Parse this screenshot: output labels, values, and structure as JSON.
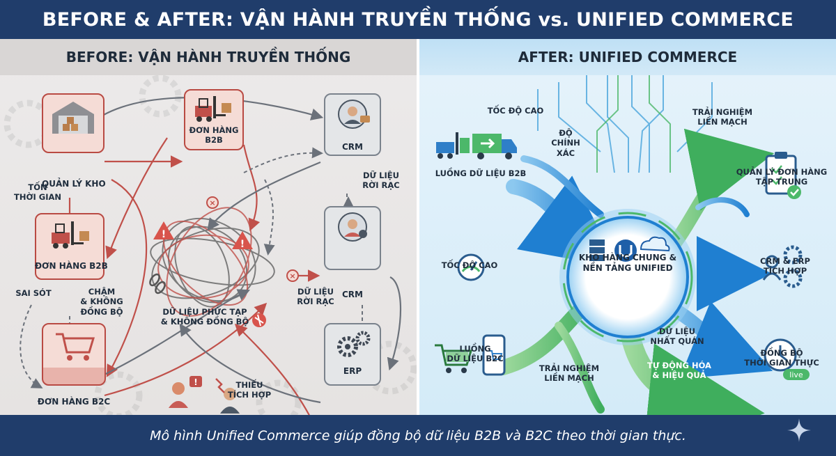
{
  "title": "BEFORE & AFTER: VẬN HÀNH TRUYỀN THỐNG vs. UNIFIED COMMERCE",
  "before": {
    "heading": "BEFORE: VẬN HÀNH TRUYỀN THỐNG",
    "nodes": {
      "warehouse": "QUẢN LÝ KHO",
      "b2b_top": "ĐƠN HÀNG\nB2B",
      "crm_top": "CRM",
      "b2b_left": "ĐƠN HÀNG B2B",
      "crm_mid": "CRM",
      "b2c": "ĐƠN HÀNG B2C",
      "erp": "ERP"
    },
    "notes": {
      "time": "TỐN\nTHỜI GIAN",
      "errors": "SAI SÓT",
      "slow": "CHẬM\n& KHÔNG\nĐỒNG BỘ",
      "scattered_top": "DỮ LIỆU\nRỜI RẠC",
      "scattered_bottom": "DỮ LIỆU\nRỜI RẠC",
      "complex": "DỮ LIỆU PHỨC TẠP\n& KHÔNG ĐỒNG BỘ",
      "lacking": "THIẾU\nTÍCH HỢP"
    }
  },
  "after": {
    "heading": "AFTER: UNIFIED COMMERCE",
    "hub": "KHO HÀNG CHUNG &\nNỀN TẢNG UNIFIED",
    "labels": {
      "speed_top": "TỐC ĐỘ CAO",
      "accuracy": "ĐỘ\nCHÍNH\nXÁC",
      "seamless_top": "TRẢI NGHIỆM\nLIỀN MẠCH",
      "b2b_flow": "LUỒNG DỮ LIỆU B2B",
      "order_mgmt": "QUẢN LÝ ĐƠN HÀNG\nTẬP TRUNG",
      "speed_mid": "TỐC ĐỘ CAO",
      "crm_erp": "CRM & ERP\nTÍCH HỢP",
      "consistent": "DỮ LIỆU\nNHẤT QUÁN",
      "b2c_flow": "LUỒNG\nDỮ LIỆU B2C",
      "seamless_bottom": "TRẢI NGHIỆM\nLIỀN MẠCH",
      "automation": "TỰ ĐỘNG HÓA\n& HIỆU QUẢ",
      "realtime": "ĐỒNG BỘ\nTHỜI GIAN THỰC",
      "live_badge": "live"
    }
  },
  "footer": "Mô hình Unified Commerce giúp đồng bộ dữ liệu B2B và B2C theo thời gian thực.",
  "colors": {
    "navy": "#203d6b",
    "red": "#b94a43",
    "blue": "#1f7fd1",
    "green": "#4cb86a"
  }
}
